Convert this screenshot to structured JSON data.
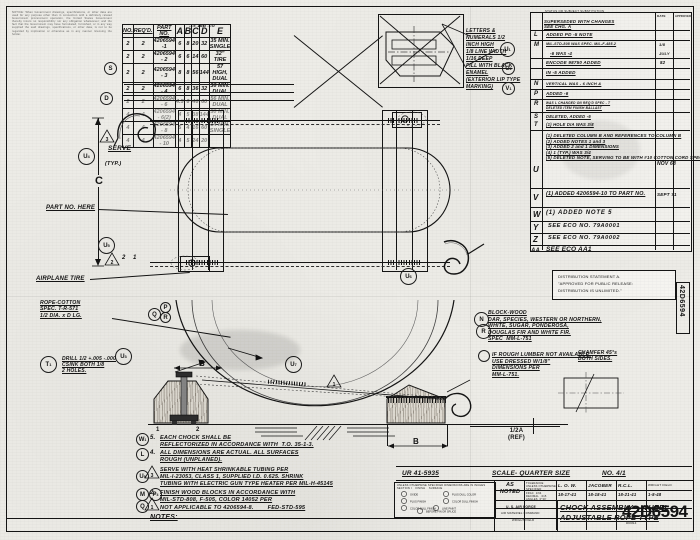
{
  "sheet": {
    "drawing_number": "42D6594",
    "drawing_number_vertical": "42D6594",
    "title_line1": "CHOCK ASSEMBLY—WHEEL",
    "title_line2": "ADJUSTABLE ROPE TYPE",
    "scale_label": "SCALE- QUARTER SIZE",
    "sheet_label": "NO. 4/1",
    "spec_code": "UR 41-5935",
    "fine_print": "NOTICE: When Government drawings, specifications, or other data are used for any purpose other than in connection with a definitely related Government procurement operation, the United States Government thereby incurs no responsibility nor any obligation whatsoever; and the fact that the Government may have formulated, furnished, or in any way supplied the said drawings, specifications, or other data, is not to be regarded by implication or otherwise as in any manner licensing the holder."
  },
  "parts_table": {
    "headers": [
      "NO.",
      "REQ'D.",
      "PART NO.",
      "A",
      "B",
      "C",
      "D",
      "E"
    ],
    "header_sub_a": "+1/8 -1/16",
    "header_sub_b": "+1/16 -1/32",
    "rows": [
      {
        "no": "2",
        "reqd": "2",
        "part_no": "4206594 -1",
        "a": "6",
        "b": "8",
        "c": "20",
        "d": "32",
        "e": "35 MIN. SINGLE",
        "struck": false
      },
      {
        "no": "2",
        "reqd": "2",
        "part_no": "4206594 - 2",
        "a": "6",
        "b": "6",
        "c": "14",
        "d": "60",
        "e": "32\" TIRE",
        "struck": false
      },
      {
        "no": "2",
        "reqd": "2",
        "part_no": "4206594 - 3",
        "a": "8",
        "b": "8",
        "c": "56",
        "d": "144",
        "e": "57 HIGH, DUAL",
        "struck": false
      },
      {
        "no": "2",
        "reqd": "2",
        "part_no": "4206594 - 4",
        "a": "6",
        "b": "8",
        "c": "36",
        "d": "32",
        "e": "36 MIN. DUAL",
        "struck": false
      },
      {
        "no": "2",
        "reqd": "2",
        "part_no": "4206594 - 6",
        "a": "4.5",
        "b": "6",
        "c": "46",
        "d": "60",
        "e": "56 MIN. DUAL",
        "struck": true
      },
      {
        "no": "4",
        "reqd": "4",
        "part_no": "4206594 - 6(2)",
        "a": "4",
        "b": "5",
        "c": "38",
        "d": "144",
        "e": "50 MIN. DUAL",
        "struck": true
      },
      {
        "no": "4",
        "reqd": "4",
        "part_no": "4206594 - 8",
        "a": "5",
        "b": "4",
        "c": "16",
        "d": "60",
        "e": "14 MIN. SINGLE",
        "struck": true
      },
      {
        "no": "4",
        "reqd": "4",
        "part_no": "4206594 - 10",
        "a": "4",
        "b": "5",
        "c": "24",
        "d": "20",
        "e": "",
        "struck": true
      }
    ]
  },
  "revision_block": {
    "heading": "STATUS OR SUBJECT SUBSTITUTION",
    "col_headers": [
      "LTR",
      "DESCRIPTION",
      "DATE",
      "APPROVED"
    ],
    "rows": [
      {
        "ltr": "",
        "desc": "SUPERSEDED WITH CHANGES\nSEE CHG. A",
        "date": "",
        "app": ""
      },
      {
        "ltr": "L",
        "desc": "ADDED  PD -5 NOTE",
        "date": "",
        "app": ""
      },
      {
        "ltr": "M",
        "desc": "MIL-STD-808 WAS SPEC. MIL-F-485.2",
        "date": "1/8",
        "app": ""
      },
      {
        "ltr": "",
        "desc": "-6  WAS -4",
        "date": "JULY",
        "app": ""
      },
      {
        "ltr": "",
        "desc": "ENCODE 98750 ADDED",
        "date": "82",
        "app": ""
      },
      {
        "ltr": "",
        "desc": "IN -5 ADDED",
        "date": "",
        "app": ""
      },
      {
        "ltr": "N",
        "desc": "VERTICAL WAS - 6 INCH &",
        "date": "",
        "app": ""
      },
      {
        "ltr": "P",
        "desc": "ADDED -6",
        "date": "",
        "app": ""
      },
      {
        "ltr": "R",
        "desc": "WAS L CHANGED ON REQ'D SPEC - T\nDELETED ITEM FINISH BALLAST",
        "date": "",
        "app": ""
      },
      {
        "ltr": "S",
        "desc": "DELETED, ADDED -6",
        "date": "",
        "app": ""
      },
      {
        "ltr": "T",
        "desc": "(1) HOLE DIA WAS 3/8",
        "date": "",
        "app": ""
      },
      {
        "ltr": "U",
        "desc": "(1) DELETED COLUMN B AND REFERENCES TO COLUMN B\n(2) ADDED NOTES 1 and 3\n(3) ADDED 2 and 1 DIMENSIONS\n(4) 1 (TYP.) WAS 3/4\n(5) DELETED NOTE, SERVING TO BE WITH #10 COTTON CORD SPEC. MIL-T-5660, STYLE A, TYPE II, USE OVERHAND FRENCH SPIRAL SERVING",
        "date": "NOV 68",
        "app": ""
      },
      {
        "ltr": "V",
        "desc": "(1) ADDED 4206594-10 TO PART NO.",
        "date": "SEPT 71",
        "app": ""
      },
      {
        "ltr": "W",
        "desc": "(1) ADDED NOTE  5",
        "date": "",
        "app": ""
      },
      {
        "ltr": "Y",
        "desc": "SEE ECO NO. 79A0001",
        "date": "",
        "app": ""
      },
      {
        "ltr": "Z",
        "desc": "SEE  ECO NO.  79A0002",
        "date": "",
        "app": ""
      },
      {
        "ltr": "AA",
        "desc": "SEE ECO AA1",
        "date": "",
        "app": ""
      }
    ]
  },
  "distribution": {
    "line1": "DISTRIBUTION STATEMENT A.",
    "line2": "\"APPROVED FOR PUBLIC RELEASE:",
    "line3": "DISTRIBUTION IS UNLIMITED.\""
  },
  "notes": {
    "heading": "NOTES:",
    "items": [
      {
        "num": "5.",
        "text": "EACH CHOCK SHALL BE\nREFLECTORIZED IN ACCORDANCE WITH  T.O. 35-1-3."
      },
      {
        "num": "4.",
        "text": "ALL DIMENSIONS ARE ACTUAL. ALL SURFACES\nROUGH (UNPLANED)."
      },
      {
        "num": "3.",
        "text": "SERVE WITH HEAT SHRINKABLE TUBING PER\nMIL-I-23053, CLASS 1, SUPPLIED I.D. 0.625. SHRINK\nTUBING WITH ELECTRIC GUN TYPE HEATER PER MIL-H-45145"
      },
      {
        "num": "2.",
        "text": "FINISH WOOD BLOCKS IN ACCORDANCE WITH\nMIL-STD-808, F-505, COLOR 14052 PER\nNOT APPLICABLE TO 4206594-8.        FED-STD-595"
      }
    ]
  },
  "callouts": {
    "letters_numerals": "LETTERS &\nNUMERALS 1/2\nINCH HIGH\n1/8 LINE WIDTH\n1/16 DEEP\nFILL WITH BLACK\nENAMEL\n(EXTERIOR LIP TYPE\nMARKING)",
    "block_wood": "BLOCK-WOOD\nDAR, SPECIES, WESTERN OR NORTHERN,\nWHITE, SUGAR, PONDEROSA,\nDOUGLAS FIR AND WHITE FIR.\nSPEC  MM-L-751",
    "rough_lumber": "IF ROUGH LUMBER NOT AVAILABLE,\nUSE DRESSED W/1/8\"\nDIMENSIONS PER\nMM-L-751.",
    "chamfer": "CHAMFER 45°s\nBOTH SIDES.",
    "rope_cotton": "ROPE-COTTON\nSPEC. T-R-571\n1/2 DIA. x D LG.",
    "drill": "DRILL 1/2 +.005 -.000\nCSINK BOTH 1/8\n2 HOLES.",
    "serve": "SERVE",
    "serve_typ": "(TYP.)",
    "part_no_here": "PART NO. HERE",
    "airplane_tire": "AIRPLANE TIRE",
    "half_a_ref": "1/2A\n(REF)",
    "dim_c": "C",
    "dim_b_top": "B",
    "dim_b_bot": "B",
    "dim_a": "A",
    "dim_1": "1",
    "dim_2": "2"
  },
  "balloons": [
    "U1",
    "U2",
    "V1",
    "U3",
    "U4",
    "U5",
    "U6",
    "U7",
    "U8",
    "N",
    "R",
    "T1",
    "W1",
    "L",
    "M",
    "P4",
    "Q",
    "S"
  ],
  "title_block": {
    "scale_value": "AS NOTED",
    "tolerance_label": "TOLERANCE\nUNLESS OTHERWISE\nSPECIFIED\nFRAC  1/64\nDECIMAL  .015\nANGLES  0°30'",
    "signatures": [
      {
        "role": "DRAWN",
        "name": "L. O. W.",
        "date": "18-17-41"
      },
      {
        "role": "CHECKED",
        "name": "JACOBER",
        "date": "18-18-41"
      },
      {
        "role": "APPROVED",
        "name": "R.C.L.",
        "date": "18-21-41"
      },
      {
        "role": "APPROVED",
        "name": "WRIGHT FIELD",
        "date": "1-8-48"
      }
    ],
    "agency_line1": "U. S. AIR FORCE",
    "agency_line2": "AIR MATERIEL COMMAND",
    "agency_line3": "WRIGHT FIELD",
    "size_code": "D",
    "code_ident": "80063",
    "dash_note": "42D6594"
  }
}
